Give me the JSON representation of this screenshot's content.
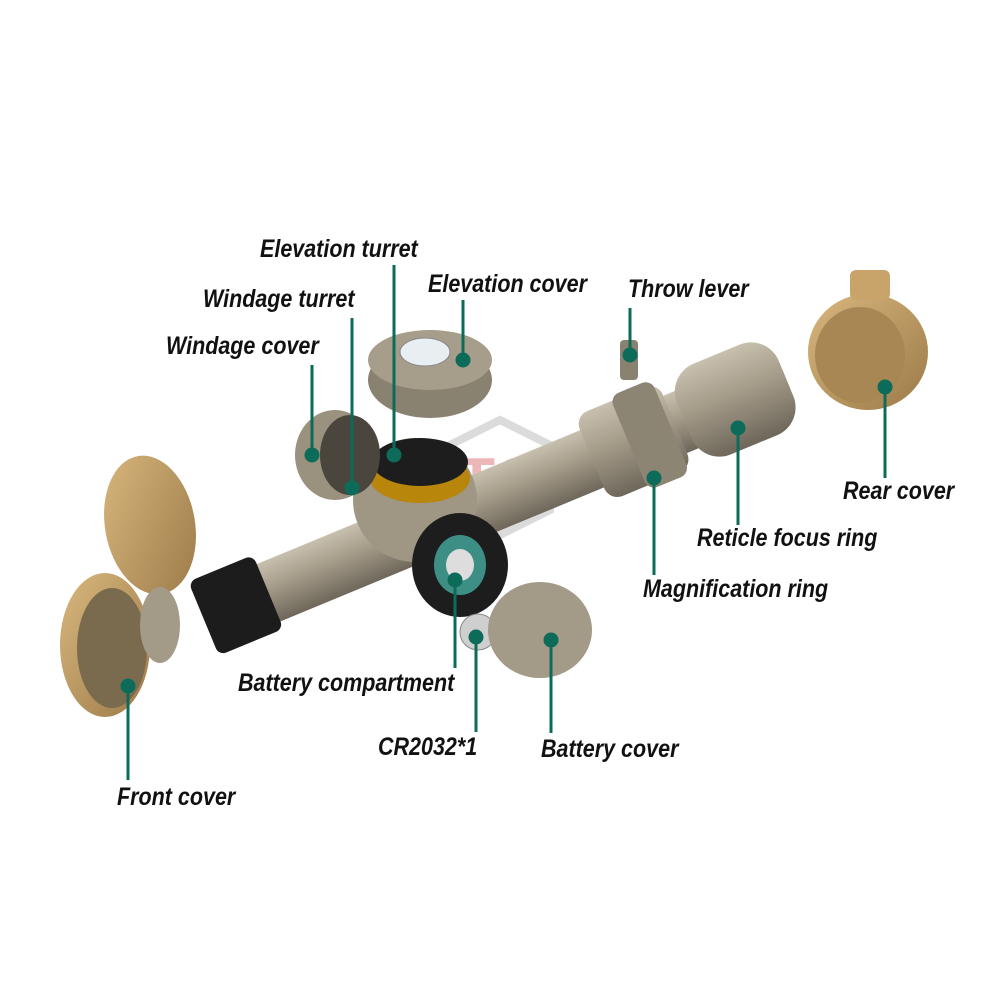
{
  "labels": {
    "elevation_turret": "Elevation turret",
    "windage_turret": "Windage turret",
    "windage_cover": "Windage cover",
    "elevation_cover": "Elevation cover",
    "throw_lever": "Throw lever",
    "rear_cover": "Rear cover",
    "reticle_focus_ring": "Reticle focus ring",
    "magnification_ring": "Magnification ring",
    "battery_compartment": "Battery compartment",
    "battery": "CR2032*1",
    "battery_cover": "Battery cover",
    "front_cover": "Front cover"
  },
  "watermark": "TACTICAL GEAR",
  "colors": {
    "leader": "#0d6b5a",
    "body": "#a39a88",
    "cover": "#b8955e"
  }
}
